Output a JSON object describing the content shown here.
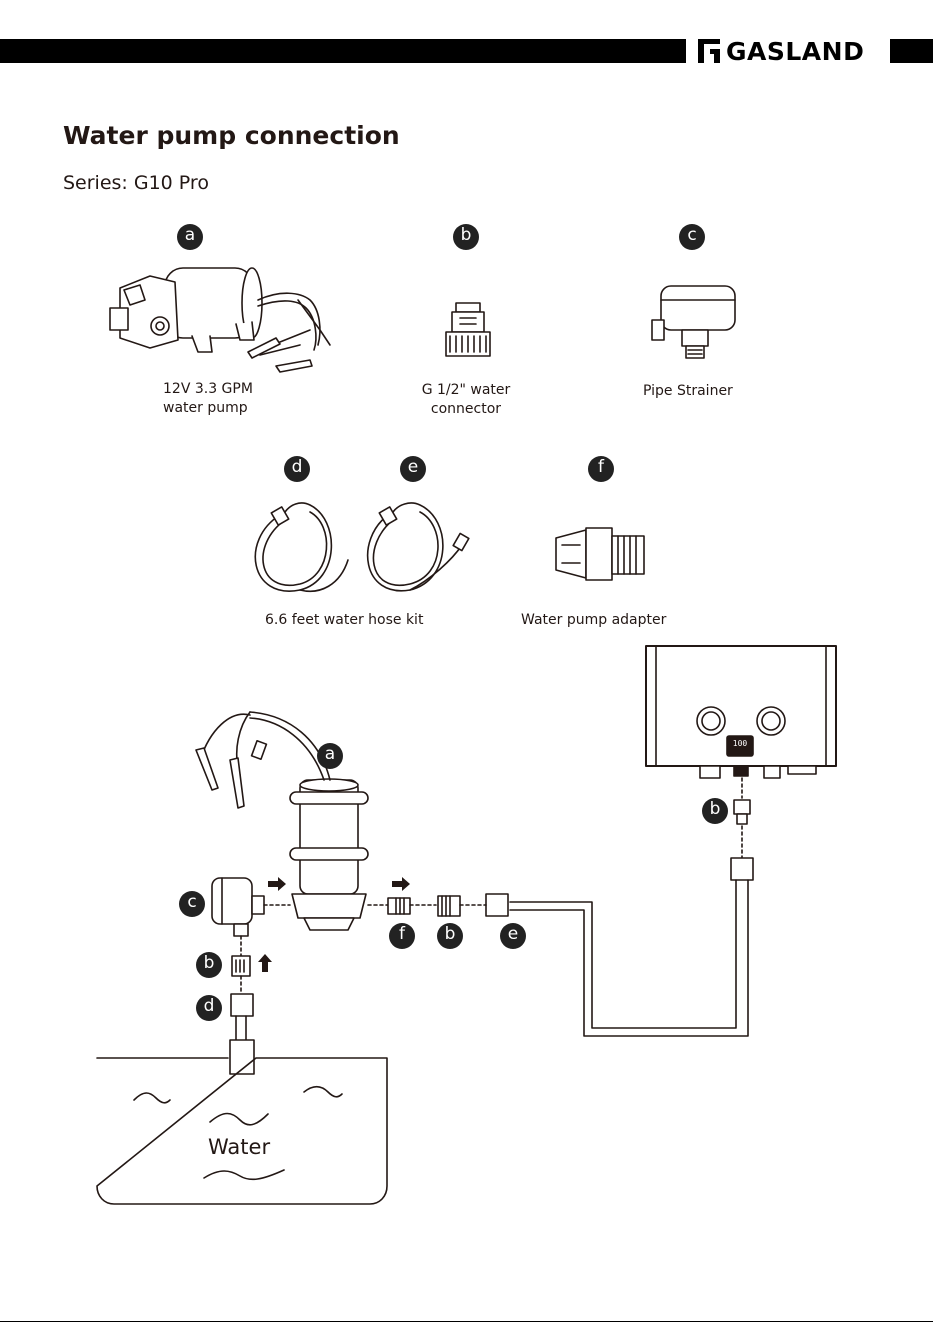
{
  "brand": {
    "name": "GASLAND"
  },
  "title": "Water pump connection",
  "subtitle": "Series: G10 Pro",
  "parts": [
    {
      "letter": "a",
      "caption_line1": "12V 3.3 GPM",
      "caption_line2": "water pump"
    },
    {
      "letter": "b",
      "caption_line1": "G 1/2\" water",
      "caption_line2": "connector"
    },
    {
      "letter": "c",
      "caption_line1": "Pipe Strainer"
    },
    {
      "letter": "d"
    },
    {
      "letter": "e"
    },
    {
      "letter": "f"
    }
  ],
  "hose_caption": "6.6 feet water hose kit",
  "adapter_caption": "Water pump adapter",
  "diagram": {
    "labels": [
      "a",
      "c",
      "b",
      "d",
      "f",
      "b",
      "e",
      "b"
    ],
    "water_label": "Water",
    "display_readout": "100"
  }
}
